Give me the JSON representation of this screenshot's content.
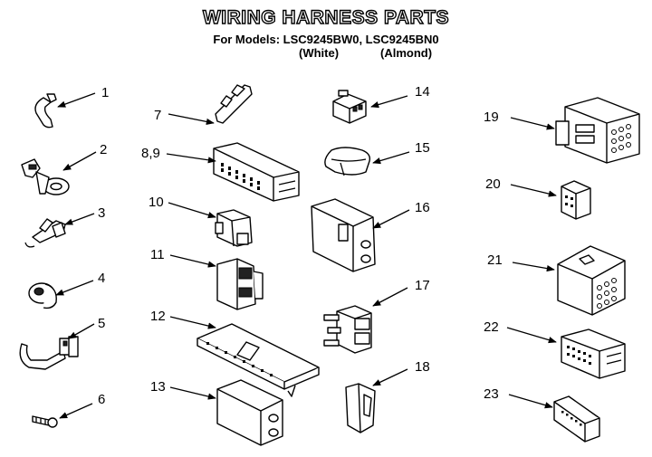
{
  "header": {
    "title": "WIRING HARNESS PARTS",
    "models_line": "For Models: LSC9245BW0, LSC9245BN0",
    "variant_white": "(White)",
    "variant_almond": "(Almond)"
  },
  "callouts": {
    "c1": "1",
    "c2": "2",
    "c3": "3",
    "c4": "4",
    "c5": "5",
    "c6": "6",
    "c7": "7",
    "c89": "8,9",
    "c10": "10",
    "c11": "11",
    "c12": "12",
    "c13": "13",
    "c14": "14",
    "c15": "15",
    "c16": "16",
    "c17": "17",
    "c18": "18",
    "c19": "19",
    "c20": "20",
    "c21": "21",
    "c22": "22",
    "c23": "23"
  }
}
